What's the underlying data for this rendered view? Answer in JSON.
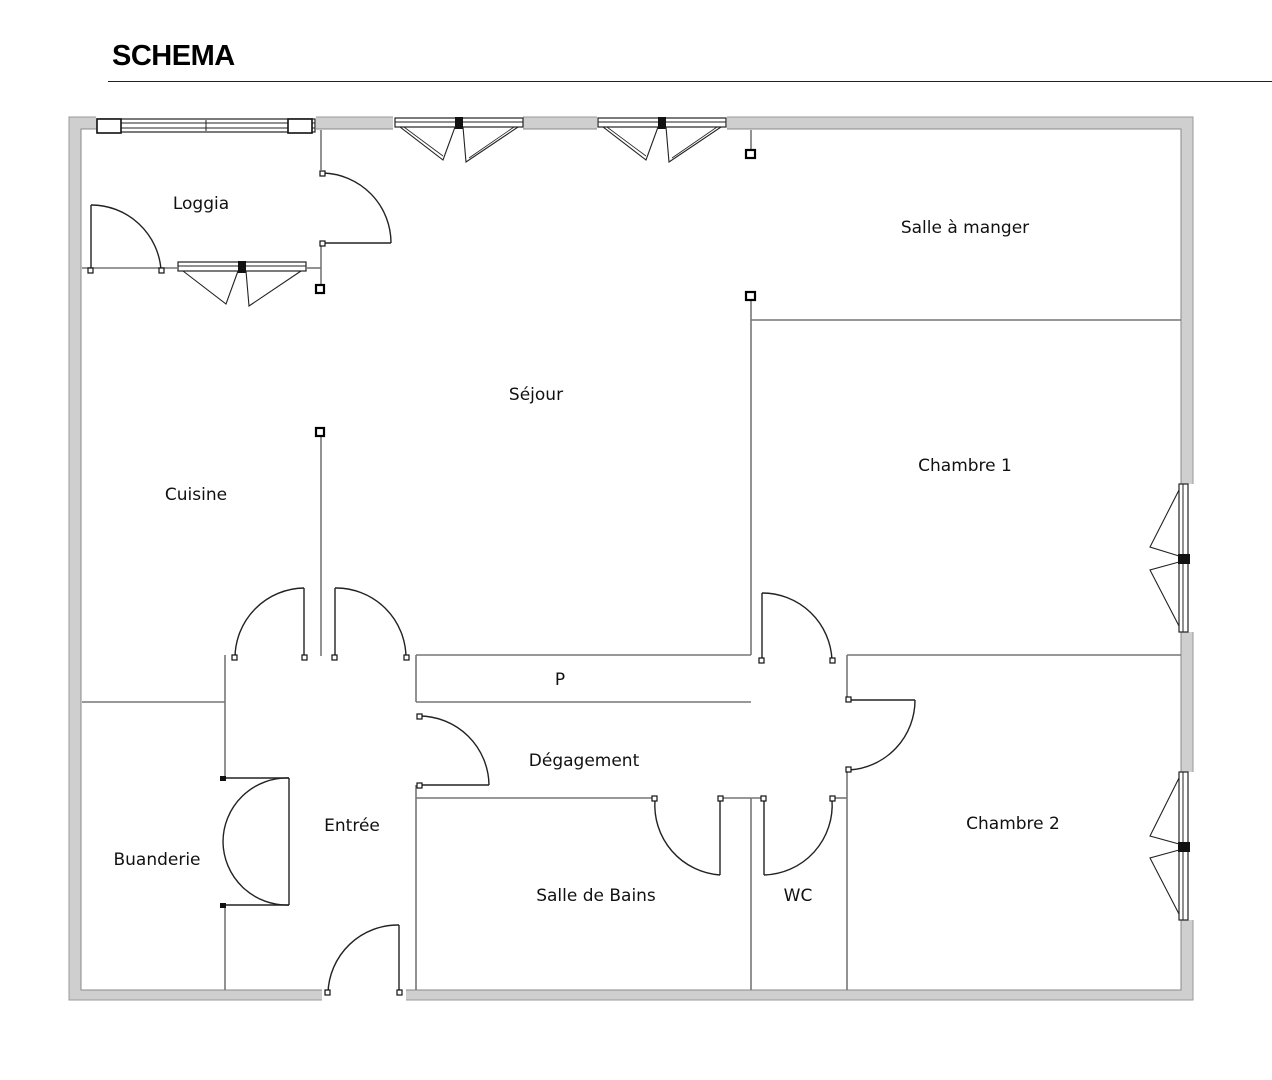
{
  "header": {
    "title": "SCHEMA"
  },
  "rooms": {
    "loggia": "Loggia",
    "salle_a_manger": "Salle à manger",
    "sejour": "Séjour",
    "chambre_1": "Chambre 1",
    "cuisine": "Cuisine",
    "placard": "P",
    "degagement": "Dégagement",
    "entree": "Entrée",
    "chambre_2": "Chambre 2",
    "buanderie": "Buanderie",
    "salle_de_bains": "Salle de Bains",
    "wc": "WC"
  },
  "colors": {
    "outer_wall": "#c8c8c8",
    "inner_wall": "#777777",
    "ink": "#111111"
  }
}
